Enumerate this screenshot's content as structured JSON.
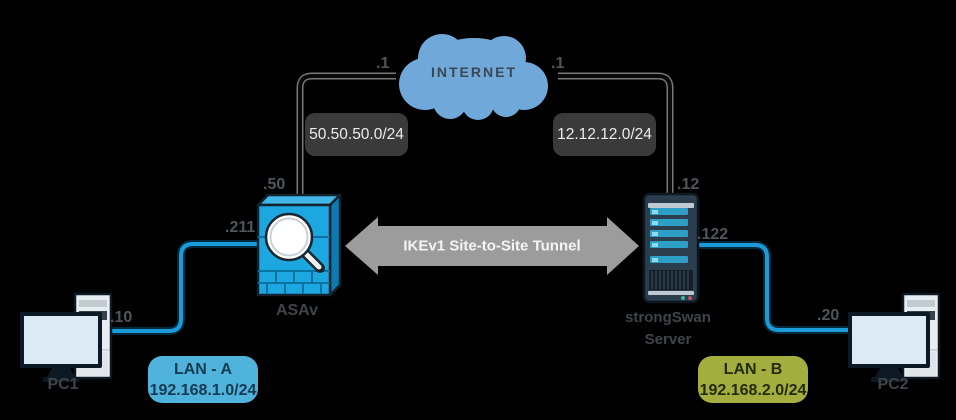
{
  "colors": {
    "background": "#000000",
    "cloud_fill": "#6FA8D9",
    "firewall_blue": "#1CA7E0",
    "server_body": "#2C3D4D",
    "lan_line_blue": "#1B9BD8",
    "wan_badge_bg": "#3A3A3A",
    "tunnel_gray": "#9C9C9C",
    "lan_a_bg": "#4FB3DC",
    "lan_b_bg": "#A4AE3E"
  },
  "cloud": {
    "label": "INTERNET",
    "left_ip": ".1",
    "right_ip": ".1"
  },
  "wan": {
    "left_subnet": "50.50.50.0/24",
    "right_subnet": "12.12.12.0/24"
  },
  "tunnel": {
    "label": "IKEv1 Site-to-Site Tunnel"
  },
  "devices": {
    "asav": {
      "label": "ASAv",
      "outside_ip": ".50",
      "inside_ip": ".211"
    },
    "strongswan": {
      "label_line1": "strongSwan",
      "label_line2": "Server",
      "outside_ip": ".12",
      "inside_ip": ".122"
    },
    "pc1": {
      "label": "PC1",
      "ip": ".10"
    },
    "pc2": {
      "label": "PC2",
      "ip": ".20"
    }
  },
  "lans": {
    "lan_a": {
      "label": "LAN - A",
      "subnet": "192.168.1.0/24"
    },
    "lan_b": {
      "label": "LAN - B",
      "subnet": "192.168.2.0/24"
    }
  }
}
